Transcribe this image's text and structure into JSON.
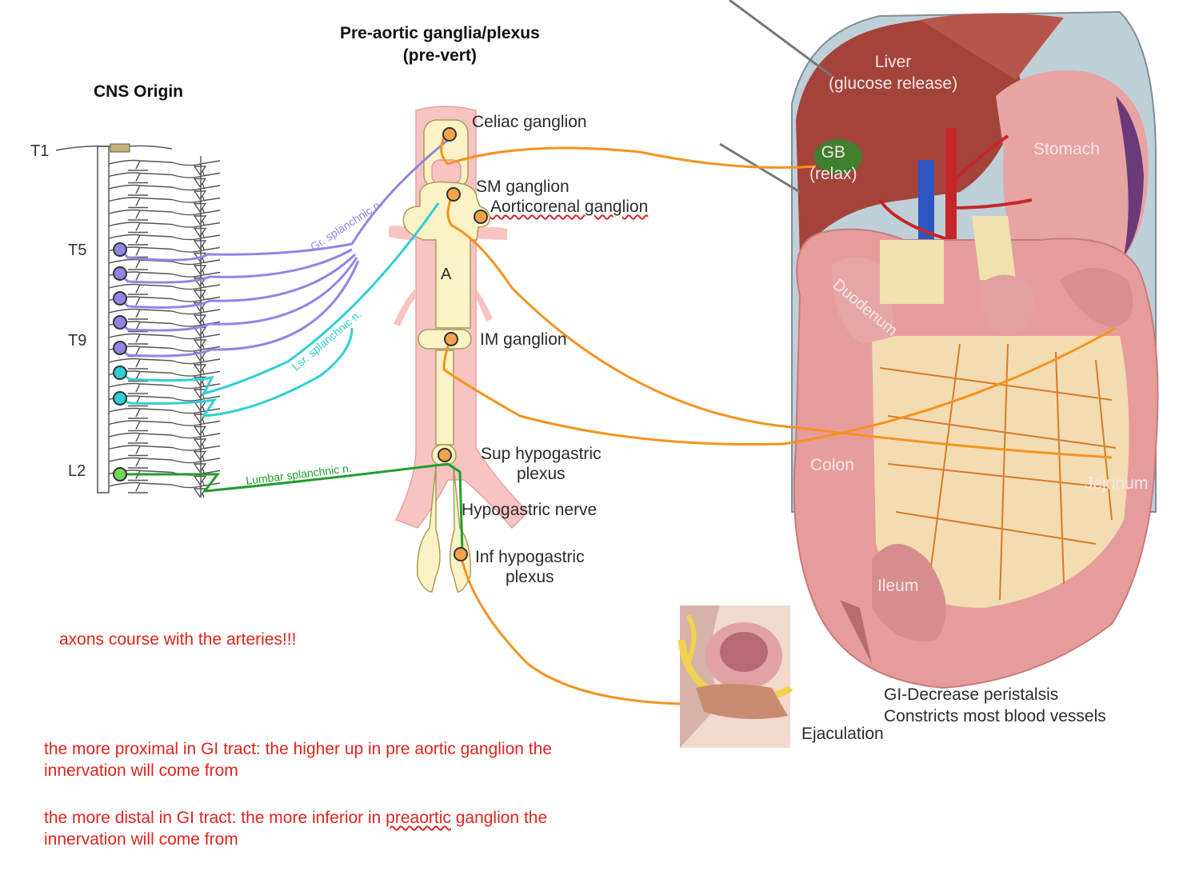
{
  "headings": {
    "cns_origin": "CNS Origin",
    "preaortic_line1": "Pre-aortic ganglia/plexus",
    "preaortic_line2": "(pre-vert)"
  },
  "segments": {
    "t1": "T1",
    "t5": "T5",
    "t9": "T9",
    "l2": "L2"
  },
  "nerves": {
    "greater": "Gr. splanchnic n.",
    "lesser": "Lsr. splanchnic n.",
    "lumbar": "Lumbar splanchnic n."
  },
  "aorta_label": "A",
  "ganglia": {
    "celiac": "Celiac ganglion",
    "sm": "SM ganglion",
    "aorticorenal": "Aorticorenal ganglion",
    "im": "IM ganglion",
    "sup_hypo_1": "Sup hypogastric",
    "sup_hypo_2": "plexus",
    "hypogastric_nerve": "Hypogastric nerve",
    "inf_hypo_1": "Inf hypogastric",
    "inf_hypo_2": "plexus"
  },
  "organs": {
    "liver_1": "Liver",
    "liver_2": "(glucose release)",
    "gb_1": "GB",
    "gb_2": "(relax)",
    "stomach": "Stomach",
    "duodenum": "Duodenum",
    "colon": "Colon",
    "jejunum": "Jejunum",
    "ileum": "Ileum"
  },
  "effects": {
    "gi_1": "GI-Decrease peristalsis",
    "gi_2": "Constricts most blood vessels",
    "ejaculation": "Ejaculation"
  },
  "notes": {
    "axons": "axons course with the arteries!!!",
    "proximal_1": "the more proximal in GI tract: the higher up in pre aortic ganglion the",
    "proximal_2": "innervation will come from",
    "distal_1a": "the more distal in GI tract: the more inferior in ",
    "distal_1b": "preaortic",
    "distal_1c": " ganglion the",
    "distal_2": "innervation will come from"
  },
  "colors": {
    "greater": "#8f86e6",
    "lesser": "#2fcfd8",
    "lumbar": "#1f9e2c",
    "postganglionic": "#f5921e",
    "aorta": "#f7c4c2",
    "trunk": "#fbf3c6",
    "ganglion": "#f3a34a",
    "note": "#e0231c"
  }
}
